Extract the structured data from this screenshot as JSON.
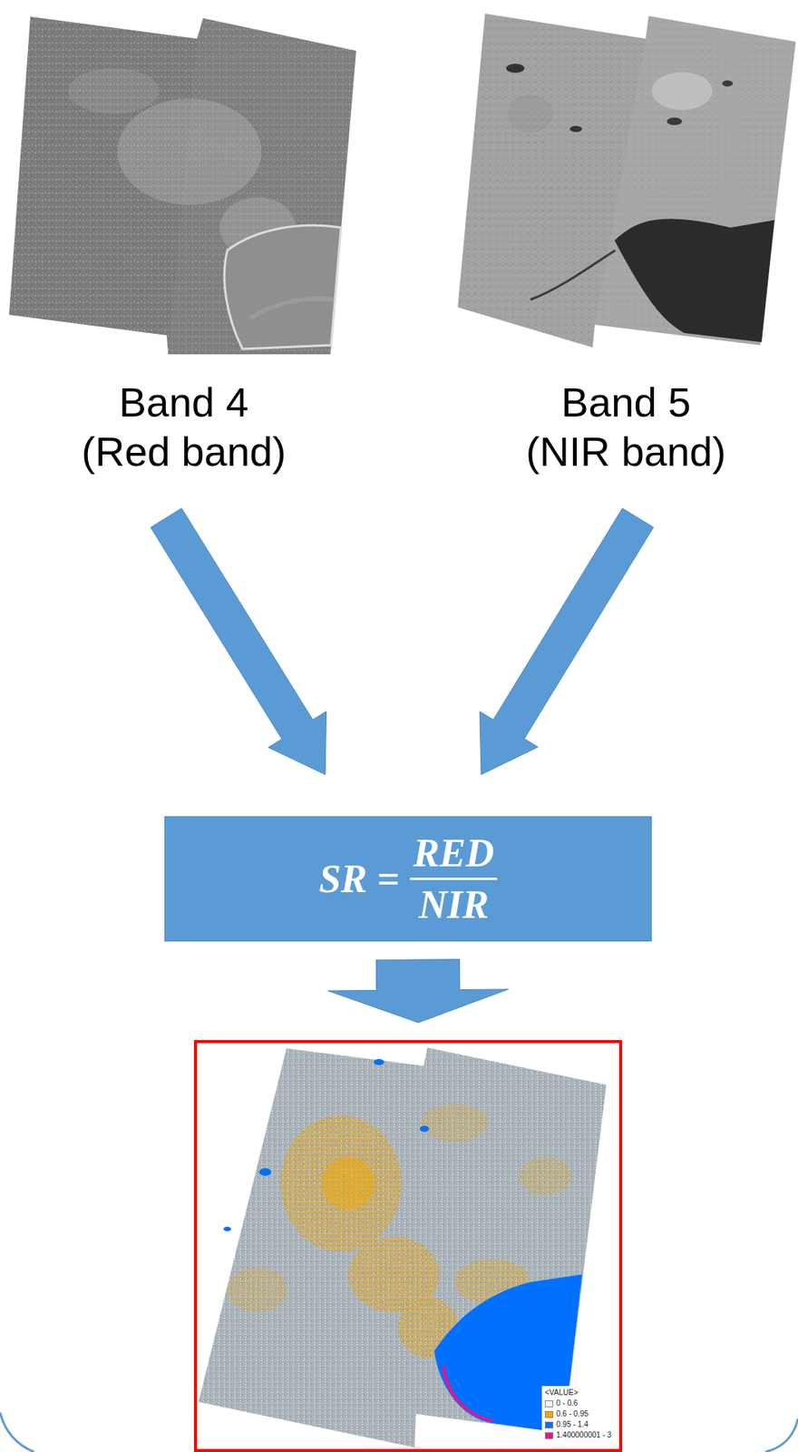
{
  "diagram": {
    "nodes": [
      {
        "text": [
          "Band 4 (Red band)"
        ]
      },
      {
        "text": [
          "Band 5 (NIR band)"
        ]
      },
      {
        "text": [
          "SR =",
          "RED",
          "NIR"
        ]
      },
      {
        "text": [
          "<VALUE>"
        ]
      }
    ],
    "edges": [
      {
        "from": 0,
        "to": 2,
        "arrow": "to"
      },
      {
        "from": 1,
        "to": 2,
        "arrow": "to"
      },
      {
        "from": 2,
        "to": 3,
        "arrow": "to"
      }
    ],
    "legend": [
      {
        "text": "0 - 0.6",
        "color": "#f4f4f4"
      },
      {
        "text": "0.6 - 0.95",
        "color": "#f2a900"
      },
      {
        "text": "0.95 - 1.4",
        "color": "#0070ff"
      },
      {
        "text": "1.400000001 - 3",
        "color": "#e6158c"
      }
    ]
  }
}
